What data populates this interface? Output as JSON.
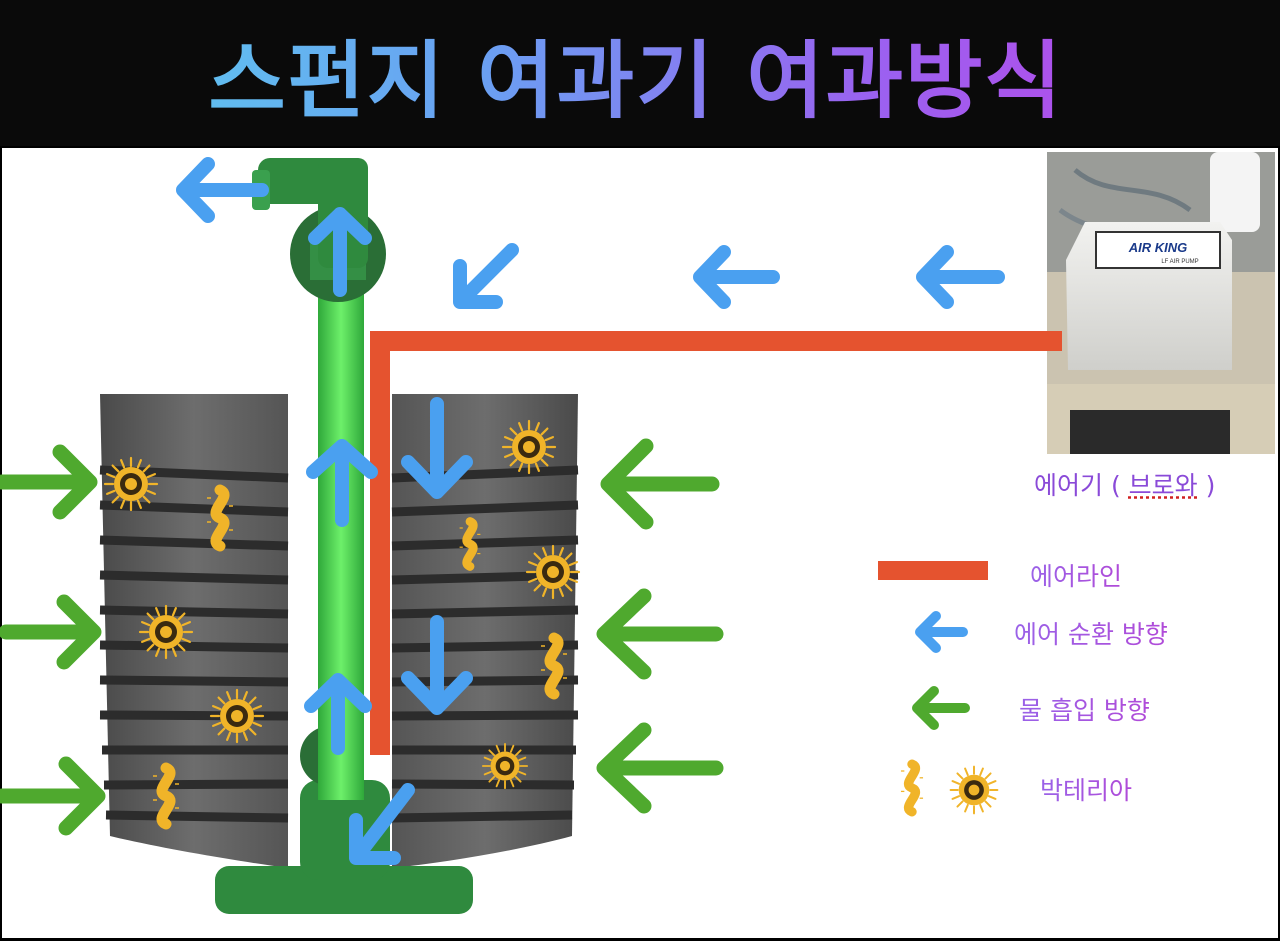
{
  "title": "스펀지 여과기 여과방식",
  "photo": {
    "brand_text": "AIR KING",
    "model_text": "LF AIR PUMP",
    "label_prefix": "에어기 ( ",
    "label_word": "브로와",
    "label_suffix": " )"
  },
  "legend": {
    "air_line": "에어라인",
    "air_flow": "에어 순환 방향",
    "water_intake": "물 흡입 방향",
    "bacteria": "박테리아"
  },
  "colors": {
    "air_line": "#e5532f",
    "air_arrow": "#4aa0f0",
    "water_arrow": "#4fa92e",
    "bacteria": "#f0b429",
    "sponge": "#5e5e5e",
    "pipe": "#4fd24f"
  },
  "icons": [
    "air-arrow-icon",
    "water-arrow-icon",
    "bacteria-rod-icon",
    "bacteria-cocci-icon"
  ]
}
